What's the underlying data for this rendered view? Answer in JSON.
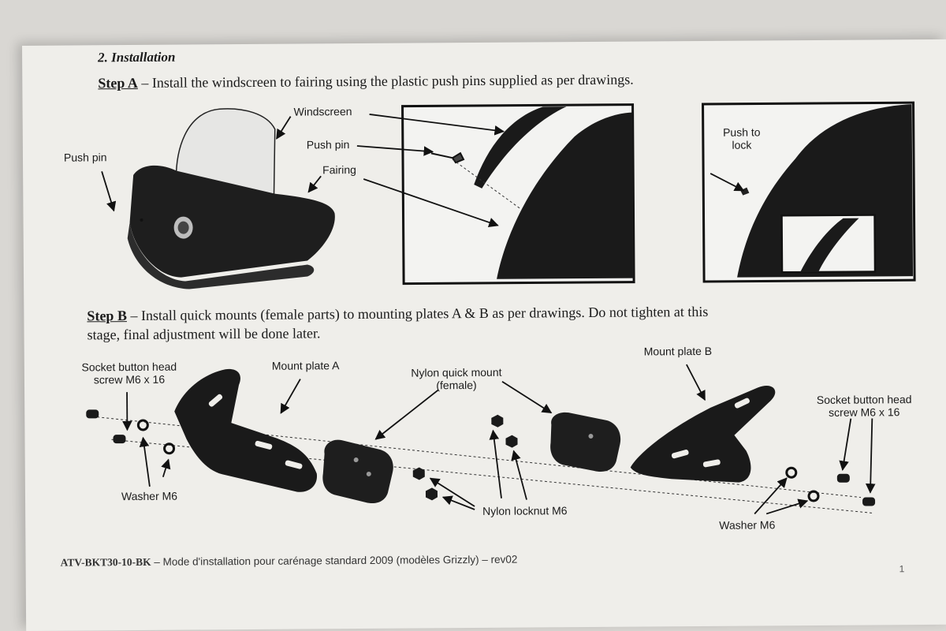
{
  "section_title": "2.   Installation",
  "step_a": {
    "label": "Step A",
    "text": " – Install the windscreen to fairing using the plastic push pins supplied as per drawings.",
    "callouts": {
      "push_pin_left": "Push pin",
      "windscreen": "Windscreen",
      "push_pin": "Push pin",
      "fairing": "Fairing",
      "push_to": "Push to",
      "lock": "lock"
    }
  },
  "step_b": {
    "label": "Step B",
    "text_line1": " – Install quick mounts (female parts) to mounting plates A & B as per drawings.  Do not tighten at this",
    "text_line2": "stage, final adjustment will be done later.",
    "callouts": {
      "socket_left_1": "Socket button head",
      "socket_left_2": "screw M6 x 16",
      "mount_plate_a": "Mount plate A",
      "nylon_quick_1": "Nylon quick mount",
      "nylon_quick_2": "(female)",
      "mount_plate_b": "Mount plate B",
      "socket_right_1": "Socket button head",
      "socket_right_2": "screw M6 x 16",
      "washer_left": "Washer M6",
      "nylon_locknut": "Nylon locknut M6",
      "washer_right": "Washer M6"
    }
  },
  "footer": {
    "code": "ATV-BKT30-10-BK",
    "text": " – Mode d'installation pour carénage standard 2009 (modèles Grizzly) – rev02",
    "page_number": "1"
  }
}
